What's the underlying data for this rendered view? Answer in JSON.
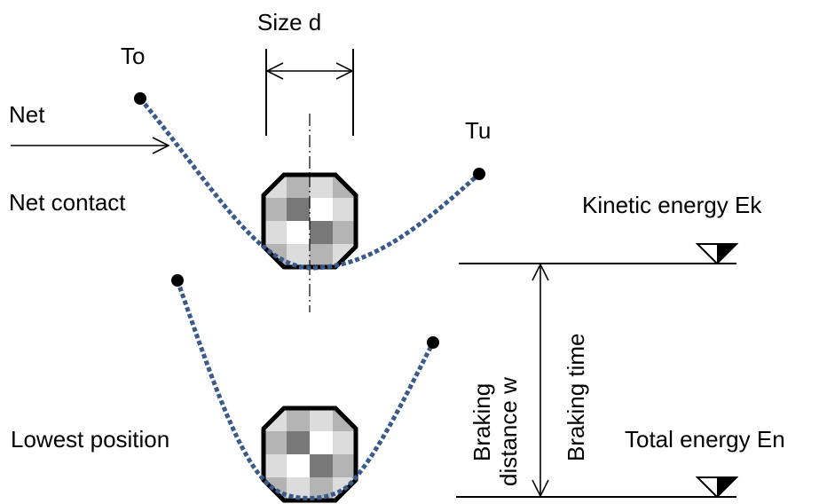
{
  "labels": {
    "size": "Size d",
    "top_end": "To",
    "bottom_end": "Tu",
    "net": "Net",
    "net_contact": "Net contact",
    "kinetic_energy": "Kinetic energy Ek",
    "lowest_position": "Lowest position",
    "total_energy": "Total energy En",
    "braking_distance_line1": "Braking",
    "braking_distance_line2": "distance w",
    "braking_time": "Braking time"
  },
  "colors": {
    "net_curve": "#3a5a8c",
    "line": "#000000",
    "boulder_dark": "#787878",
    "boulder_mid": "#b4b4b4",
    "boulder_light": "#dcdcdc",
    "boulder_white": "#ffffff"
  },
  "icons": {
    "level_marker": "water-level-triangle-icon",
    "boulder": "checkered-octagon-boulder-icon",
    "anchor": "anchor-point-icon"
  }
}
